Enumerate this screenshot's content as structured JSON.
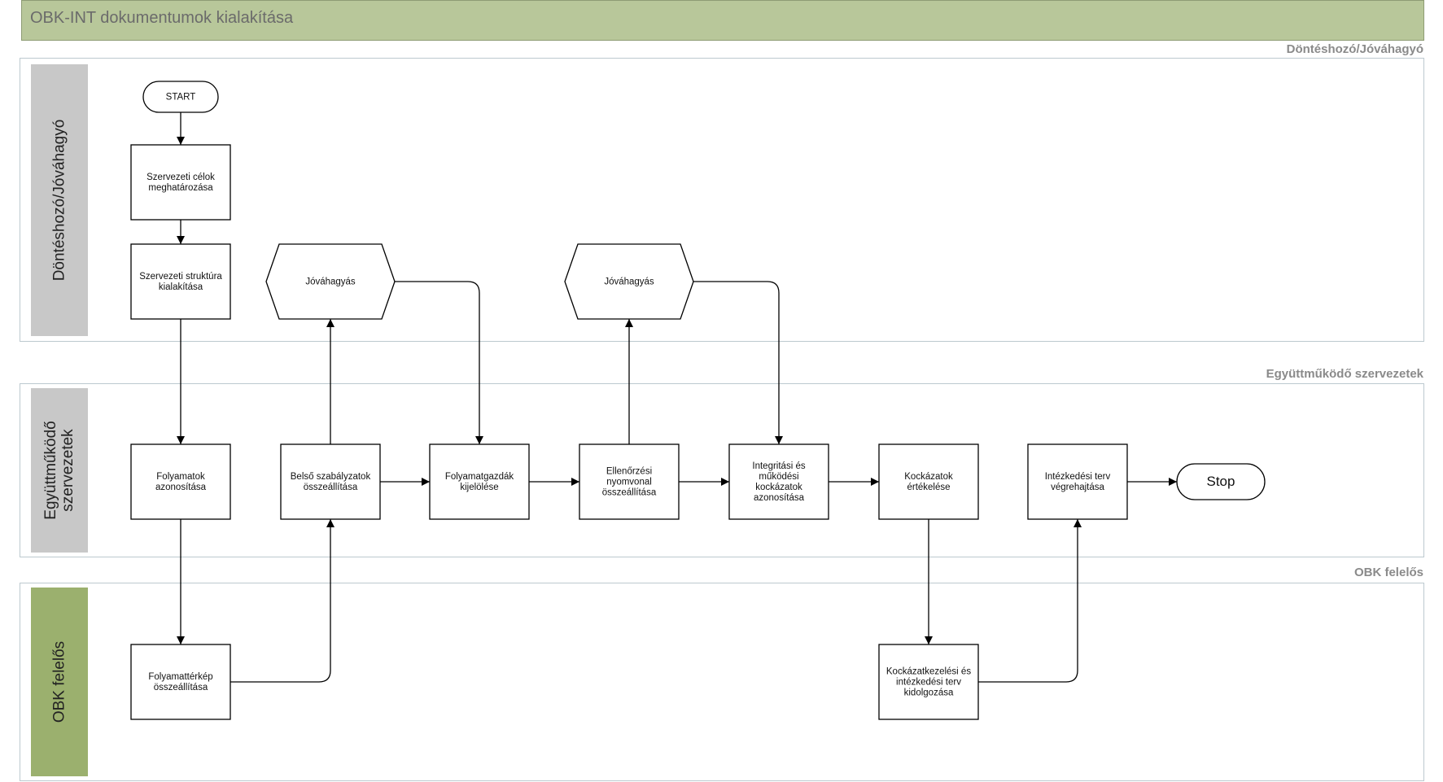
{
  "header": {
    "title": "OBK-INT dokumentumok kialakítása",
    "color": "#b8c79a"
  },
  "lanes": [
    {
      "id": "dontes",
      "title": "Döntéshozó/Jóváhagyó",
      "tab_lines": [
        "Döntéshozó/Jóváhagyó"
      ],
      "tab_color": "#c8c8c8"
    },
    {
      "id": "egyutt",
      "title": "Együttműködő szervezetek",
      "tab_lines": [
        "Együttműködő",
        "szervezetek"
      ],
      "tab_color": "#c8c8c8"
    },
    {
      "id": "obk",
      "title": "OBK felelős",
      "tab_lines": [
        "OBK felelős"
      ],
      "tab_color": "#9bb06e"
    }
  ],
  "nodes": [
    {
      "id": "start",
      "shape": "terminator",
      "lines": [
        "START"
      ]
    },
    {
      "id": "celok",
      "shape": "process",
      "lines": [
        "Szervezeti célok",
        "meghatározása"
      ]
    },
    {
      "id": "struktura",
      "shape": "process",
      "lines": [
        "Szervezeti struktúra",
        "kialakítása"
      ]
    },
    {
      "id": "jovahagyas1",
      "shape": "hexagon",
      "lines": [
        "Jóváhagyás"
      ]
    },
    {
      "id": "jovahagyas2",
      "shape": "hexagon",
      "lines": [
        "Jóváhagyás"
      ]
    },
    {
      "id": "folyamatok",
      "shape": "process",
      "lines": [
        "Folyamatok",
        "azonosítása"
      ]
    },
    {
      "id": "belso",
      "shape": "process",
      "lines": [
        "Belső szabályzatok",
        "összeállítása"
      ]
    },
    {
      "id": "gazdak",
      "shape": "process",
      "lines": [
        "Folyamatgazdák",
        "kijelölése"
      ]
    },
    {
      "id": "ellenorzesi",
      "shape": "process",
      "lines": [
        "Ellenőrzési",
        "nyomvonal",
        "összeállítása"
      ]
    },
    {
      "id": "integritasi",
      "shape": "process",
      "lines": [
        "Integritási és",
        "működési",
        "kockázatok",
        "azonosítása"
      ]
    },
    {
      "id": "ertekelese",
      "shape": "process",
      "lines": [
        "Kockázatok",
        "értékelése"
      ]
    },
    {
      "id": "vegrehajtas",
      "shape": "process",
      "lines": [
        "Intézkedési terv",
        "végrehajtása"
      ]
    },
    {
      "id": "stop",
      "shape": "terminator",
      "lines": [
        "Stop"
      ]
    },
    {
      "id": "terkep",
      "shape": "process",
      "lines": [
        "Folyamattérkép",
        "összeállítása"
      ]
    },
    {
      "id": "kezelesi",
      "shape": "process",
      "lines": [
        "Kockázatkezelési és",
        "intézkedési terv",
        "kidolgozása"
      ]
    }
  ],
  "edges": [
    {
      "from": "start",
      "to": "celok"
    },
    {
      "from": "celok",
      "to": "struktura"
    },
    {
      "from": "struktura",
      "to": "folyamatok"
    },
    {
      "from": "folyamatok",
      "to": "terkep"
    },
    {
      "from": "terkep",
      "to": "belso"
    },
    {
      "from": "belso",
      "to": "jovahagyas1"
    },
    {
      "from": "jovahagyas1",
      "to": "gazdak"
    },
    {
      "from": "belso",
      "to": "gazdak"
    },
    {
      "from": "gazdak",
      "to": "ellenorzesi"
    },
    {
      "from": "ellenorzesi",
      "to": "jovahagyas2"
    },
    {
      "from": "jovahagyas2",
      "to": "integritasi"
    },
    {
      "from": "ellenorzesi",
      "to": "integritasi"
    },
    {
      "from": "integritasi",
      "to": "ertekelese"
    },
    {
      "from": "ertekelese",
      "to": "kezelesi"
    },
    {
      "from": "kezelesi",
      "to": "vegrehajtas"
    },
    {
      "from": "vegrehajtas",
      "to": "stop"
    }
  ]
}
